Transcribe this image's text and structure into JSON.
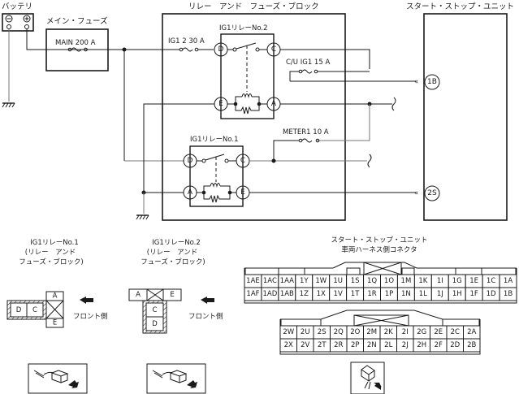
{
  "labels": {
    "battery": "バッテリ",
    "main_fuse_title": "メイン・フューズ",
    "main_fuse": "MAIN 200 A",
    "relay_block_title": "リレー　アンド　フューズ・ブロック",
    "ssu_title": "スタート・ストップ・ユニット",
    "relay2_title": "IG1リレーNo.2",
    "relay1_title": "IG1リレーNo.1",
    "fuse_ig12": "IG1 2 30 A",
    "fuse_cu": "C/U IG1 15 A",
    "fuse_meter": "METER1 10 A",
    "minus": "⊖",
    "plus": "⊕"
  },
  "relay2_pins": {
    "D": "D",
    "C": "C",
    "E": "E",
    "A": "A"
  },
  "relay1_pins": {
    "D": "D",
    "C": "C",
    "A": "A",
    "E": "E"
  },
  "ssu_pins": {
    "p1": "1B",
    "p2": "2S"
  },
  "connectors": {
    "relay1": {
      "title_lines": [
        "IG1リレーNo.1",
        "(リレー　アンド",
        "フューズ・ブロック)"
      ],
      "cells": [
        "D",
        "C",
        "A",
        "E"
      ],
      "front": "フロント側"
    },
    "relay2": {
      "title_lines": [
        "IG1リレーNo.2",
        "(リレー　アンド",
        "フューズ・ブロック)"
      ],
      "cells": [
        "A",
        "E",
        "C",
        "D"
      ],
      "front": "フロント側"
    },
    "ssu": {
      "title_lines": [
        "スタート・ストップ・ユニット",
        "車両ハーネス側コネクタ"
      ],
      "row1_top": [
        "1AE",
        "1AC",
        "1AA",
        "1Y",
        "1W",
        "1U",
        "1S",
        "1Q",
        "1O",
        "1M",
        "1K",
        "1I",
        "1G",
        "1E",
        "1C",
        "1A"
      ],
      "row1_bottom": [
        "1AF",
        "1AD",
        "1AB",
        "1Z",
        "1X",
        "1V",
        "1T",
        "1R",
        "1P",
        "1N",
        "1L",
        "1J",
        "1H",
        "1F",
        "1D",
        "1B"
      ],
      "row2_top": [
        "2W",
        "2U",
        "2S",
        "2Q",
        "2O",
        "2M",
        "2K",
        "2I",
        "2G",
        "2E",
        "2C",
        "2A"
      ],
      "row2_bottom": [
        "2X",
        "2V",
        "2T",
        "2R",
        "2P",
        "2N",
        "2L",
        "2J",
        "2H",
        "2F",
        "2D",
        "2B"
      ]
    }
  }
}
